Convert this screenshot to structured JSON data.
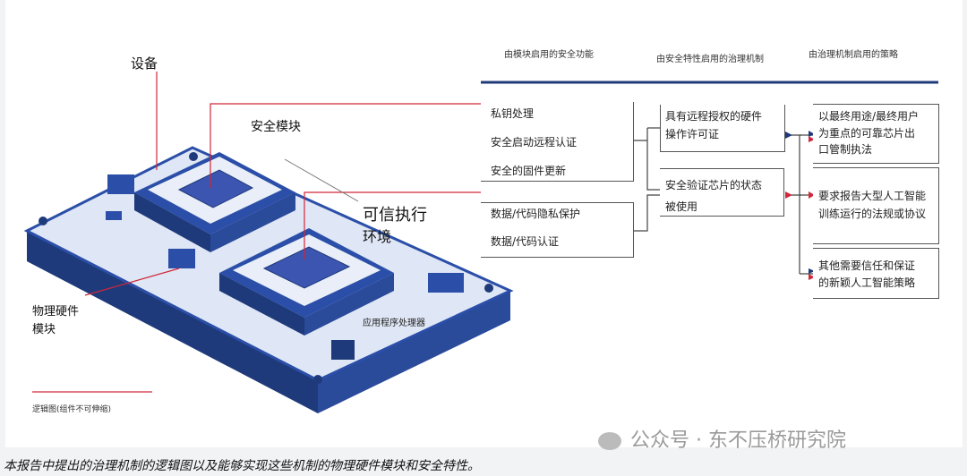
{
  "diagram": {
    "labels": {
      "device": "设备",
      "security_module": "安全模块",
      "tee_line1": "可信执行",
      "tee_line2": "环境",
      "physical_line1": "物理硬件",
      "physical_line2": "模块",
      "app_processor": "应用程序处理器",
      "legend": "逻辑图(组件不可伸缩)"
    },
    "headers": [
      "由模块启用的安全功能",
      "由安全特性启用的治理机制",
      "由治理机制启用的策略"
    ],
    "features": {
      "group1": [
        "私钥处理",
        "安全启动远程认证",
        "安全的固件更新"
      ],
      "group2": [
        "数据/代码隐私保护",
        "数据/代码认证"
      ]
    },
    "mechanisms": [
      {
        "line1": "具有远程授权的硬件",
        "line2": "操作许可证"
      },
      {
        "line1": "安全验证芯片的状态",
        "line2": "被使用"
      }
    ],
    "policies": [
      [
        "以最终用途/最终用户",
        "为重点的可靠芯片出",
        "口管制执法"
      ],
      [
        "要求报告大型人工智能",
        "训练运行的法规或协议"
      ],
      [
        "其他需要信任和保证",
        "的新颖人工智能策略"
      ]
    ],
    "colors": {
      "navy": "#1f3a7a",
      "red": "#d0283a",
      "board": "#2b4fa8"
    }
  },
  "watermark": "公众号 · 东不压桥研究院",
  "caption": "本报告中提出的治理机制的逻辑图以及能够实现这些机制的物理硬件模块和安全特性。"
}
